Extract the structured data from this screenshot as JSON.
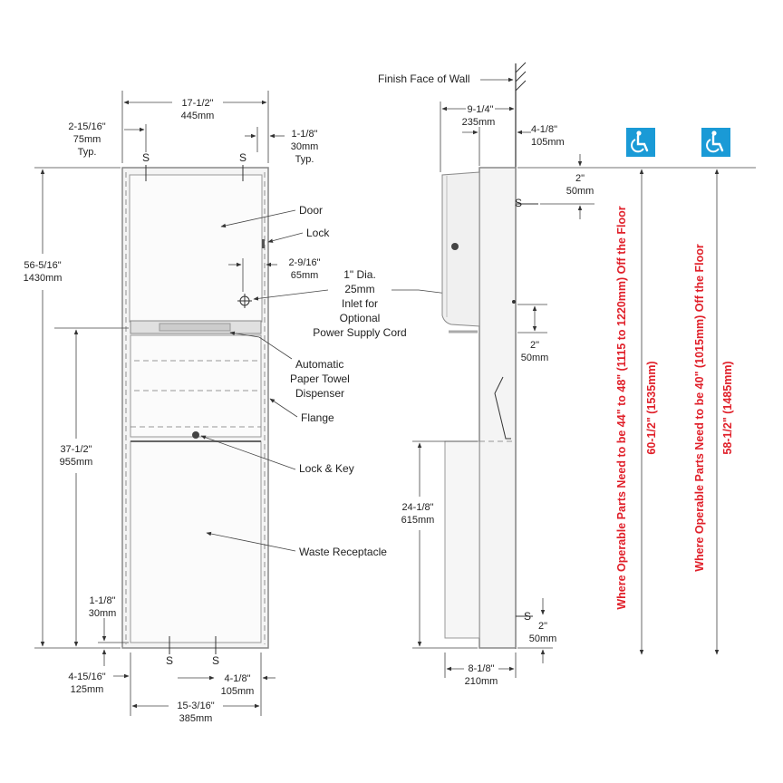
{
  "front": {
    "width_top": "17-1/2\"",
    "width_top_mm": "445mm",
    "left_offset": "2-15/16\"",
    "left_offset_mm": "75mm",
    "left_offset_typ": "Typ.",
    "right_offset": "1-1/8\"",
    "right_offset_mm": "30mm",
    "right_offset_typ": "Typ.",
    "s_mark": "S",
    "height_total": "56-5/16\"",
    "height_total_mm": "1430mm",
    "height_lower": "37-1/2\"",
    "height_lower_mm": "955mm",
    "bottom_gap": "1-1/8\"",
    "bottom_gap_mm": "30mm",
    "lock_offset": "2-9/16\"",
    "lock_offset_mm": "65mm",
    "left_bottom": "4-15/16\"",
    "left_bottom_mm": "125mm",
    "right_bottom": "4-1/8\"",
    "right_bottom_mm": "105mm",
    "width_bottom": "15-3/16\"",
    "width_bottom_mm": "385mm"
  },
  "labels": {
    "door": "Door",
    "lock": "Lock",
    "inlet_1": "1\" Dia.",
    "inlet_2": "25mm",
    "inlet_3": "Inlet for",
    "inlet_4": "Optional",
    "inlet_5": "Power Supply Cord",
    "auto_1": "Automatic",
    "auto_2": "Paper Towel",
    "auto_3": "Dispenser",
    "flange": "Flange",
    "lock_key": "Lock & Key",
    "waste": "Waste Receptacle",
    "finish_wall": "Finish Face of Wall"
  },
  "side": {
    "depth_top": "9-1/4\"",
    "depth_top_mm": "235mm",
    "wall_offset": "4-1/8\"",
    "wall_offset_mm": "105mm",
    "s_mark": "S",
    "top_gap": "2\"",
    "top_gap_mm": "50mm",
    "inlet_gap": "2\"",
    "inlet_gap_mm": "50mm",
    "bin_height": "24-1/8\"",
    "bin_height_mm": "615mm",
    "bottom_gap": "2\"",
    "bottom_gap_mm": "50mm",
    "depth_bottom": "8-1/8\"",
    "depth_bottom_mm": "210mm"
  },
  "ada": {
    "icon": "wheelchair-accessibility-icon",
    "color": "#1a9ad6",
    "note1": "Where Operable Parts Need to be 44\" to 48\" (1115 to 1220mm) Off the Floor",
    "height1": "60-1/2\" (1535mm)",
    "note2": "Where Operable Parts Need to be 40\" (1015mm)  Off the Floor",
    "height2": "58-1/2\" (1485mm)",
    "note_color": "#e0202a"
  }
}
